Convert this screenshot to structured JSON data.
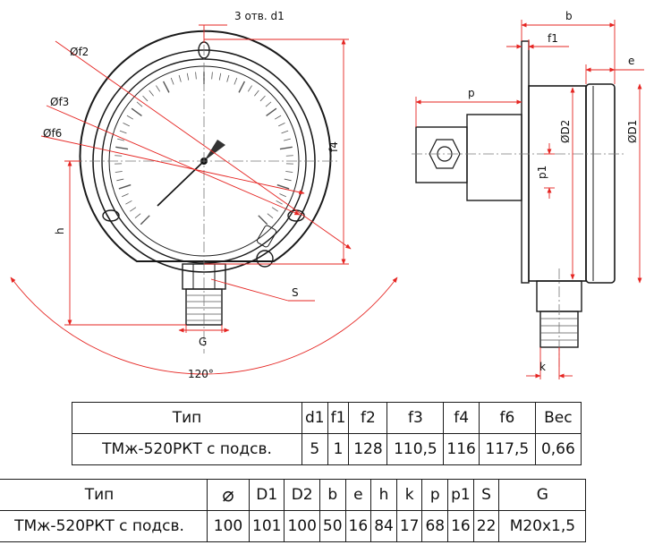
{
  "drawing": {
    "front_view": {
      "holes_label": "3 отв. d1",
      "f2_label": "Øf2",
      "f3_label": "Øf3",
      "f6_label": "Øf6",
      "f4_label": "f4",
      "h_label": "h",
      "s_label": "S",
      "g_label": "G",
      "angle_label": "120°"
    },
    "side_view": {
      "b_label": "b",
      "f1_label": "f1",
      "e_label": "e",
      "p_label": "p",
      "d2_label": "ØD2",
      "d1_label": "ØD1",
      "p1_label": "p1",
      "k_label": "k"
    }
  },
  "table1": {
    "headers": [
      "Тип",
      "d1",
      "f1",
      "f2",
      "f3",
      "f4",
      "f6",
      "Вес"
    ],
    "row": [
      "ТМж-520РКТ с подсв.",
      "5",
      "1",
      "128",
      "110,5",
      "116",
      "117,5",
      "0,66"
    ]
  },
  "table2": {
    "headers": [
      "Тип",
      "⌀",
      "D1",
      "D2",
      "b",
      "e",
      "h",
      "k",
      "p",
      "p1",
      "S",
      "G"
    ],
    "row": [
      "ТМж-520РКТ с подсв.",
      "100",
      "101",
      "100",
      "50",
      "16",
      "84",
      "17",
      "68",
      "16",
      "22",
      "М20х1,5"
    ]
  },
  "colors": {
    "dimension_line": "#e52421",
    "outline": "#1a1a1a",
    "body_fill": "#f4f4f4"
  }
}
